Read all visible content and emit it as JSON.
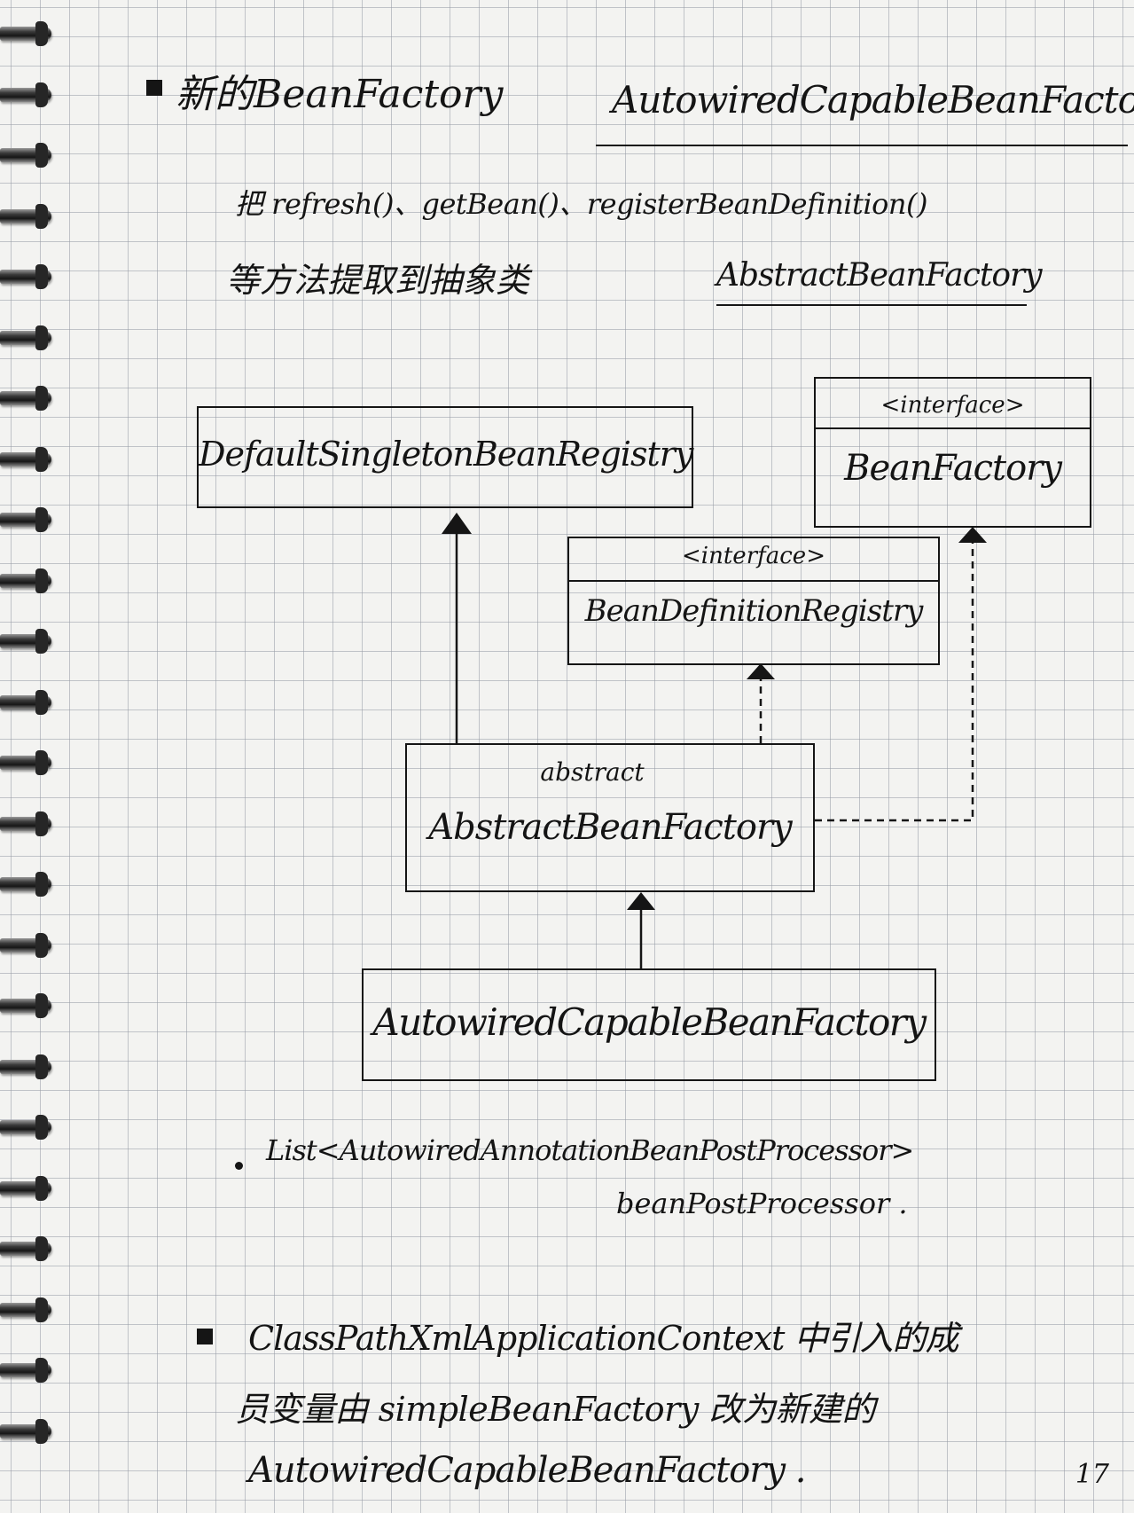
{
  "heading1": {
    "label": "新的BeanFactory",
    "highlight": "AutowiredCapableBeanFactory"
  },
  "note1": {
    "line1": "把 refresh()、getBean()、registerBeanDefinition()",
    "line2_prefix": "等方法提取到抽象类",
    "line2_class": "AbstractBeanFactory"
  },
  "diagram": {
    "default_registry": {
      "name": "DefaultSingletonBeanRegistry"
    },
    "bean_factory": {
      "stereotype": "<interface>",
      "name": "BeanFactory"
    },
    "definition_registry": {
      "stereotype": "<interface>",
      "name": "BeanDefinitionRegistry"
    },
    "abstract_factory": {
      "stereotype": "abstract",
      "name": "AbstractBeanFactory"
    },
    "autowired_factory": {
      "name": "AutowiredCapableBeanFactory"
    }
  },
  "field_note": {
    "line1": "List<AutowiredAnnotationBeanPostProcessor>",
    "line2": "beanPostProcessor ."
  },
  "heading2": {
    "line1": "ClassPathXmlApplicationContext 中引入的成",
    "line2": "员变量由 simpleBeanFactory 改为新建的",
    "line3": "AutowiredCapableBeanFactory ."
  },
  "page_number": "17"
}
